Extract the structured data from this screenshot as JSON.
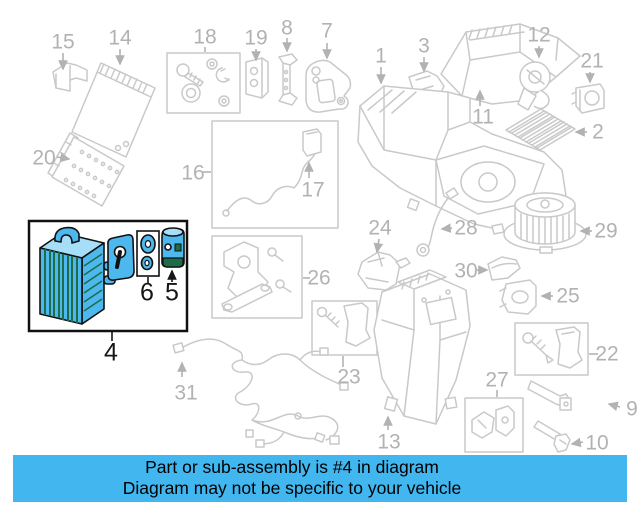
{
  "banner": {
    "line1": "Part or sub-assembly is #4 in diagram",
    "line2": "Diagram may not be specific to your vehicle"
  },
  "highlight": {
    "highlighted_part": "4",
    "box_contains": [
      "4",
      "5",
      "6"
    ]
  },
  "colors": {
    "banner_bg": "#41b6ef",
    "banner_text": "#000000",
    "line_grey": "#c9c9c9",
    "label_grey": "#b2b2b2",
    "label_black": "#161616",
    "highlight_blue": "#4cb8ee",
    "highlight_blue_light": "#a6def7",
    "accent_green": "#1d6b47",
    "box_border": "#111111"
  },
  "parts": [
    {
      "num": "1"
    },
    {
      "num": "2"
    },
    {
      "num": "3"
    },
    {
      "num": "4"
    },
    {
      "num": "5"
    },
    {
      "num": "6"
    },
    {
      "num": "7"
    },
    {
      "num": "8"
    },
    {
      "num": "9"
    },
    {
      "num": "10"
    },
    {
      "num": "11"
    },
    {
      "num": "12"
    },
    {
      "num": "13"
    },
    {
      "num": "14"
    },
    {
      "num": "15"
    },
    {
      "num": "16"
    },
    {
      "num": "17"
    },
    {
      "num": "18"
    },
    {
      "num": "19"
    },
    {
      "num": "20"
    },
    {
      "num": "21"
    },
    {
      "num": "22"
    },
    {
      "num": "23"
    },
    {
      "num": "24"
    },
    {
      "num": "25"
    },
    {
      "num": "26"
    },
    {
      "num": "27"
    },
    {
      "num": "28"
    },
    {
      "num": "29"
    },
    {
      "num": "30"
    },
    {
      "num": "31"
    }
  ]
}
